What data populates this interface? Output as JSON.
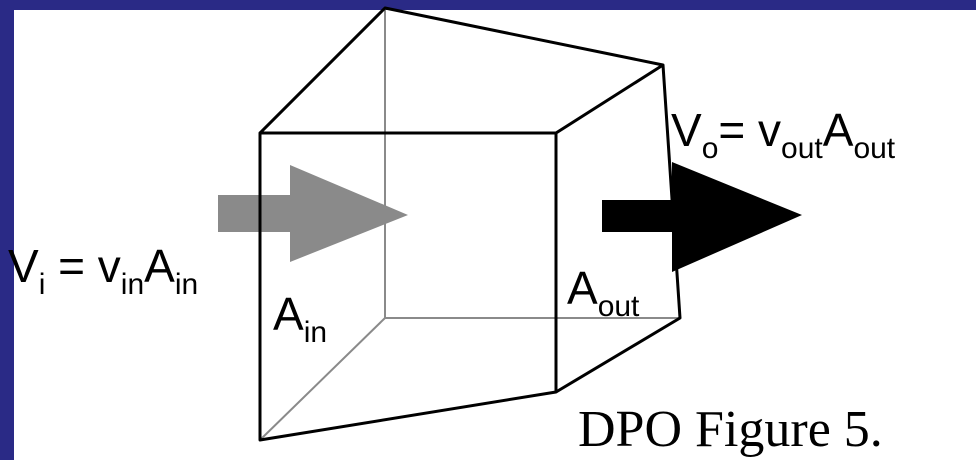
{
  "theme": {
    "border_color": "#2a2a86",
    "background": "#ffffff",
    "inlet_arrow_color": "#8a8a8a",
    "outlet_arrow_color": "#000000",
    "box_edge_color": "#000000",
    "hidden_edge_color": "#8a8a8a"
  },
  "labels": {
    "inlet_flow": {
      "V": "V",
      "V_sub": "i",
      "eq": " = v",
      "v_sub": "in",
      "A": "A",
      "A_sub": "in"
    },
    "outlet_flow": {
      "V": "V",
      "V_sub": "o",
      "eq": "= v",
      "v_sub": "out",
      "A": "A",
      "A_sub": "out"
    },
    "inlet_area": {
      "A": "A",
      "A_sub": "in"
    },
    "outlet_area": {
      "A": "A",
      "A_sub": "out"
    },
    "caption": "DPO  Figure 5."
  },
  "icons": {
    "inlet_arrow": "arrow-right-icon",
    "outlet_arrow": "arrow-right-icon"
  }
}
